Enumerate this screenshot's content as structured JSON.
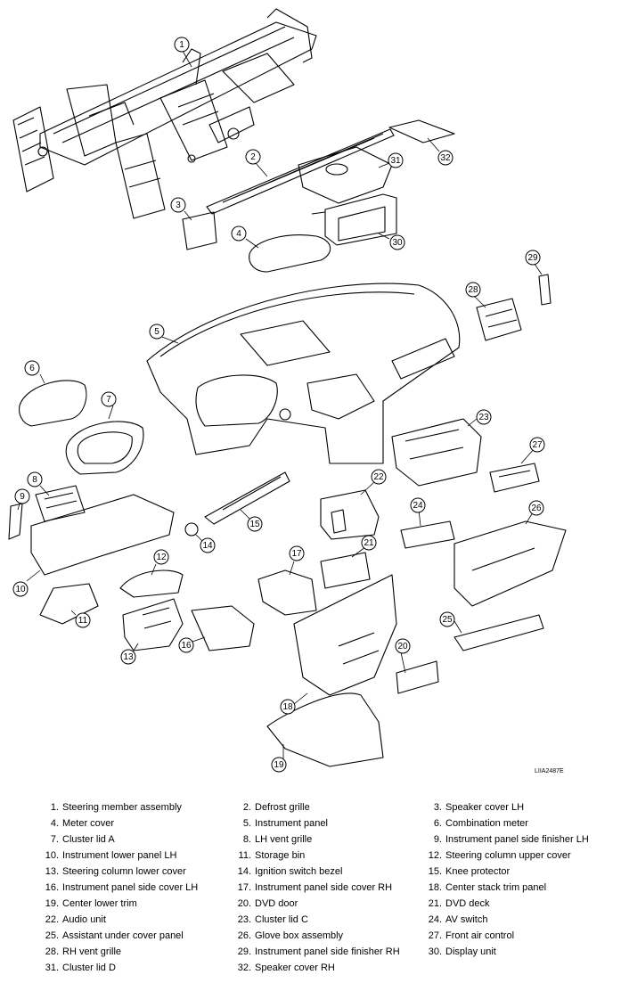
{
  "figure_id": "LIIA2487E",
  "parts": [
    {
      "num": "1.",
      "label": "Steering member assembly"
    },
    {
      "num": "2.",
      "label": "Defrost grille"
    },
    {
      "num": "3.",
      "label": "Speaker cover LH"
    },
    {
      "num": "4.",
      "label": "Meter cover"
    },
    {
      "num": "5.",
      "label": "Instrument panel"
    },
    {
      "num": "6.",
      "label": "Combination meter"
    },
    {
      "num": "7.",
      "label": "Cluster lid A"
    },
    {
      "num": "8.",
      "label": "LH vent grille"
    },
    {
      "num": "9.",
      "label": "Instrument panel side finisher LH"
    },
    {
      "num": "10.",
      "label": "Instrument lower panel LH"
    },
    {
      "num": "11.",
      "label": "Storage bin"
    },
    {
      "num": "12.",
      "label": "Steering column upper cover"
    },
    {
      "num": "13.",
      "label": "Steering column lower cover"
    },
    {
      "num": "14.",
      "label": "Ignition switch bezel"
    },
    {
      "num": "15.",
      "label": "Knee protector"
    },
    {
      "num": "16.",
      "label": "Instrument panel side cover LH"
    },
    {
      "num": "17.",
      "label": "Instrument panel side cover RH"
    },
    {
      "num": "18.",
      "label": "Center stack trim panel"
    },
    {
      "num": "19.",
      "label": "Center lower trim"
    },
    {
      "num": "20.",
      "label": "DVD door"
    },
    {
      "num": "21.",
      "label": "DVD deck"
    },
    {
      "num": "22.",
      "label": "Audio unit"
    },
    {
      "num": "23.",
      "label": "Cluster lid C"
    },
    {
      "num": "24.",
      "label": "AV switch"
    },
    {
      "num": "25.",
      "label": "Assistant under cover panel"
    },
    {
      "num": "26.",
      "label": "Glove box assembly"
    },
    {
      "num": "27.",
      "label": "Front air control"
    },
    {
      "num": "28.",
      "label": "RH vent grille"
    },
    {
      "num": "29.",
      "label": "Instrument panel side finisher RH"
    },
    {
      "num": "30.",
      "label": "Display unit"
    },
    {
      "num": "31.",
      "label": "Cluster lid D"
    },
    {
      "num": "32.",
      "label": "Speaker cover RH"
    }
  ],
  "callouts": [
    "1",
    "2",
    "3",
    "4",
    "5",
    "6",
    "7",
    "8",
    "9",
    "10",
    "11",
    "12",
    "13",
    "14",
    "15",
    "16",
    "17",
    "18",
    "19",
    "20",
    "21",
    "22",
    "23",
    "24",
    "25",
    "26",
    "27",
    "28",
    "29",
    "30",
    "31",
    "32"
  ]
}
